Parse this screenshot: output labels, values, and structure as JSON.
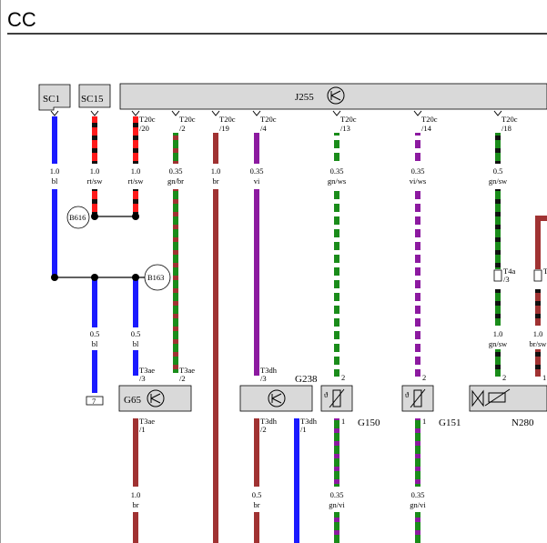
{
  "page": {
    "title": "CC"
  },
  "fuses": [
    {
      "id": "sc1",
      "label": "SC1"
    },
    {
      "id": "sc15",
      "label": "SC15"
    }
  ],
  "control_unit": {
    "label": "J255"
  },
  "connectors": {
    "t20c_20": {
      "name": "T20c",
      "pin": "/20"
    },
    "t20c_2": {
      "name": "T20c",
      "pin": "/2"
    },
    "t20c_19": {
      "name": "T20c",
      "pin": "/19"
    },
    "t20c_4": {
      "name": "T20c",
      "pin": "/4"
    },
    "t20c_13": {
      "name": "T20c",
      "pin": "/13"
    },
    "t20c_14": {
      "name": "T20c",
      "pin": "/14"
    },
    "t20c_18": {
      "name": "T20c",
      "pin": "/18"
    },
    "t3ae_3": {
      "name": "T3ae",
      "pin": "/3"
    },
    "t3ae_2": {
      "name": "T3ae",
      "pin": "/2"
    },
    "t3ae_1": {
      "name": "T3ae",
      "pin": "/1"
    },
    "t3dh_3": {
      "name": "T3dh",
      "pin": "/3"
    },
    "t3dh_2": {
      "name": "T3dh",
      "pin": "/2"
    },
    "t3dh_1": {
      "name": "T3dh",
      "pin": "/1"
    },
    "t4a_3": {
      "name": "T4a",
      "pin": "/3"
    },
    "t4a_partial": {
      "name": "T"
    }
  },
  "wires": {
    "w1": {
      "size": "1.0",
      "color": "bl"
    },
    "w2": {
      "size": "1.0",
      "color": "rt/sw"
    },
    "w3": {
      "size": "1.0",
      "color": "rt/sw"
    },
    "w4": {
      "size": "0.35",
      "color": "gn/br"
    },
    "w5": {
      "size": "1.0",
      "color": "br"
    },
    "w6": {
      "size": "0.35",
      "color": "vi"
    },
    "w7": {
      "size": "0.35",
      "color": "gn/ws"
    },
    "w8": {
      "size": "0.35",
      "color": "vi/ws"
    },
    "w9": {
      "size": "0.5",
      "color": "gn/sw"
    },
    "w10": {
      "size": "0.5",
      "color": "bl"
    },
    "w11": {
      "size": "0.5",
      "color": "bl"
    },
    "w12": {
      "size": "1.0",
      "color": "gn/sw"
    },
    "w13": {
      "size": "1.0",
      "color": "br/sw"
    },
    "w14": {
      "size": "1.0",
      "color": "br"
    },
    "w15": {
      "size": "0.5",
      "color": "br"
    },
    "w16": {
      "size": "0.35",
      "color": "gn/vi"
    },
    "w17": {
      "size": "0.35",
      "color": "gn/vi"
    }
  },
  "splices": [
    {
      "id": "b616",
      "label": "B616"
    },
    {
      "id": "b163",
      "label": "B163"
    }
  ],
  "ground": {
    "label": "7"
  },
  "components": {
    "g65": {
      "label": "G65"
    },
    "g238": {
      "label": "G238"
    },
    "g150": {
      "label": "G150",
      "pin_top": "2",
      "pin_bottom": "1"
    },
    "g151": {
      "label": "G151",
      "pin_top": "2",
      "pin_bottom": "1"
    },
    "n280": {
      "label": "N280",
      "pin_left": "2",
      "pin_right": "1"
    }
  },
  "colors": {
    "bl": "#1a1aff",
    "rt": "#ff1a1a",
    "sw": "#111111",
    "gn": "#1a8c1a",
    "br": "#a03232",
    "vi": "#8c1aa0",
    "ws": "#ffffff",
    "box_fill": "#d9d9d9"
  }
}
